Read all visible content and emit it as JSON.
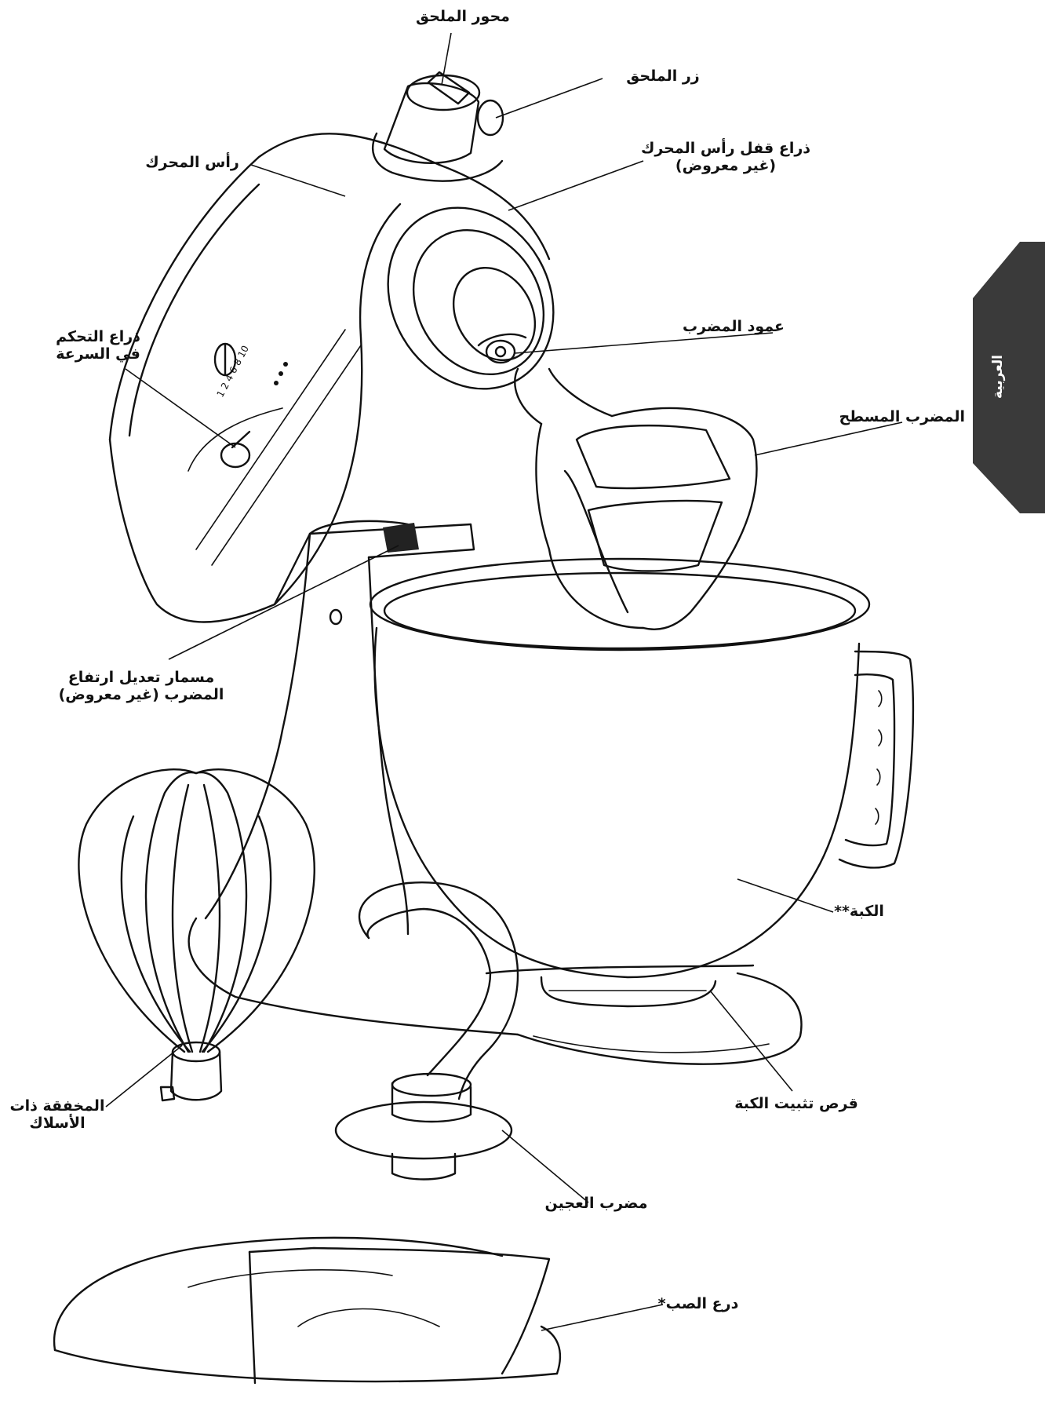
{
  "labels": {
    "hub": "محور الملحق",
    "knob": "زر الملحق",
    "motor_head": "رأس المحرك",
    "lock_lever_1": "ذراع قفل رأس المحرك",
    "lock_lever_2": "(غير معروض)",
    "speed_1": "ذراع التحكم",
    "speed_2": "في السرعة",
    "shaft": "عمود المضرب",
    "flat_beater": "المضرب المسطح",
    "height_1": "مسمار تعديل ارتفاع",
    "height_2": "المضرب (غير معروض)",
    "bowl": "الكبة**",
    "whip_1": "المخفقة ذات",
    "whip_2": "الأسلاك",
    "clamp": "قرص تثبيت الكبة",
    "dough_hook": "مضرب العجين",
    "shield": "درع الصب*"
  },
  "speed_marks": "1 2 4 6 8 10",
  "side_tab": {
    "text": "العربية",
    "color": "#3a3a3a"
  }
}
